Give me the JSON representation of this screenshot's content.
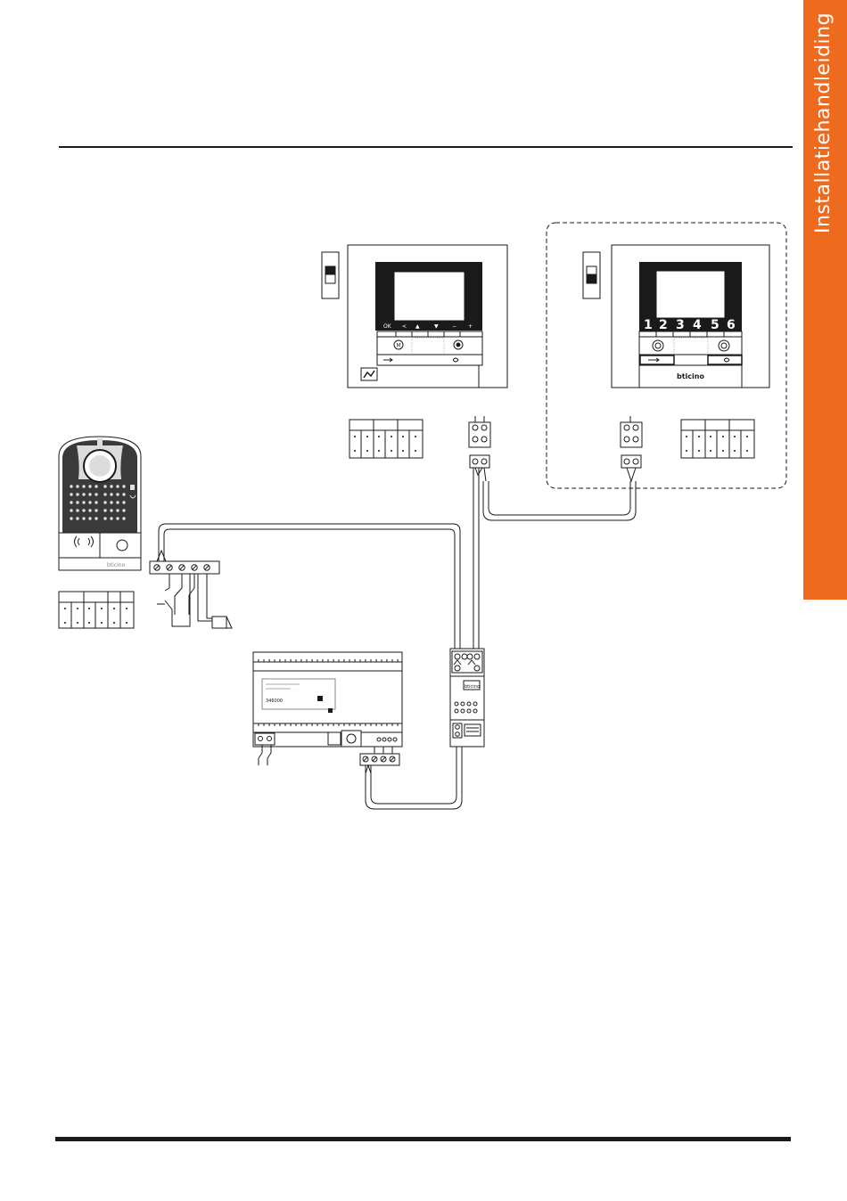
{
  "side_tab": {
    "label": "Installatiehandleiding",
    "color": "#ee6a1f"
  },
  "diagram": {
    "monitor_a": {
      "keys": [
        "OK",
        "<",
        "▲",
        "▼",
        "−",
        "+"
      ],
      "m_label": "M"
    },
    "monitor_b": {
      "numbers": [
        "1",
        "2",
        "3",
        "4",
        "5",
        "6"
      ],
      "brand": "bticino"
    },
    "entrance_panel": {
      "brand": "bticino"
    },
    "power_supply": {
      "model": "346000"
    },
    "distributor": {
      "brand": "bticino"
    }
  }
}
